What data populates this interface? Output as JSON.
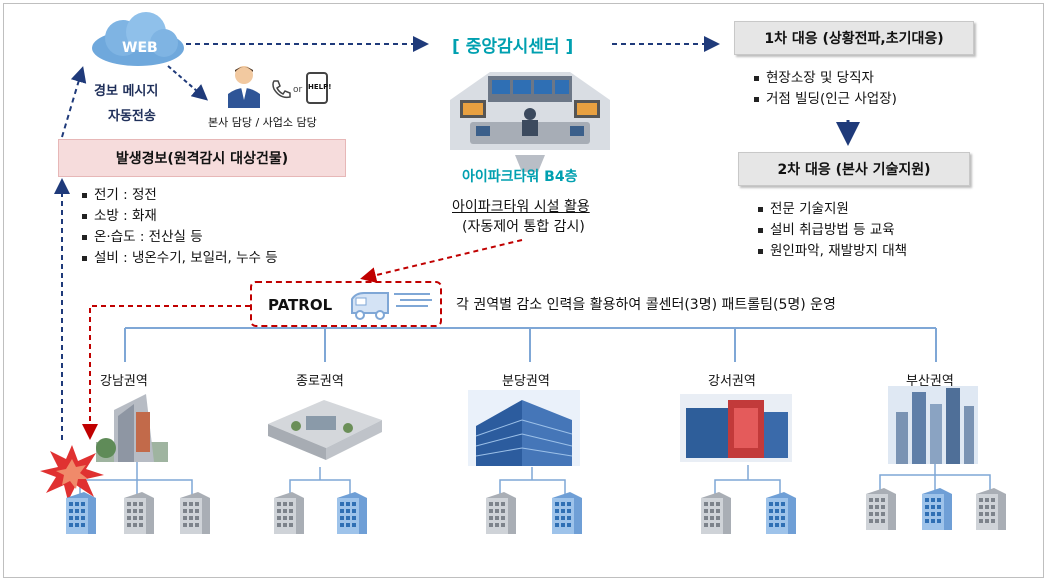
{
  "web_label": "WEB",
  "alert_message": {
    "line1": "경보 메시지",
    "line2": "자동전송"
  },
  "staff_label": "본사 담당 / 사업소 담당",
  "phone_or": "or",
  "help_label": "HELP!",
  "center_title": "[ 중앙감시센터 ]",
  "b4_label": "아이파크타워 B4층",
  "facility_caption": {
    "line1": "아이파크타워 시설 활용",
    "line2": "(자동제어 통합 감시)"
  },
  "occurrence_title": "발생경보(원격감시 대상건물)",
  "occurrence_items": [
    "전기 : 정전",
    "소방 : 화재",
    "온·습도 : 전산실 등",
    "설비 : 냉온수기, 보일러, 누수 등"
  ],
  "first_response_title": "1차 대응 (상황전파,초기대응)",
  "first_response_items": [
    "현장소장 및 당직자",
    "거점 빌딩(인근 사업장)"
  ],
  "second_response_title": "2차 대응 (본사 기술지원)",
  "second_response_items": [
    "전문 기술지원",
    "설비 취급방법 등 교육",
    "원인파악, 재발방지 대책"
  ],
  "patrol_label": "PATROL",
  "patrol_desc": "각 권역별 감소 인력을 활용하여 콜센터(3명) 패트롤팀(5명) 운영",
  "regions": [
    "강남권역",
    "종로권역",
    "분당권역",
    "강서권역",
    "부산권역"
  ],
  "colors": {
    "dashed_arrow": "#1f3a7a",
    "red_dashed": "#c00000",
    "teal": "#00a0b0",
    "tree_line": "#7fa7d6",
    "pink_box": "#f6dcdc"
  }
}
